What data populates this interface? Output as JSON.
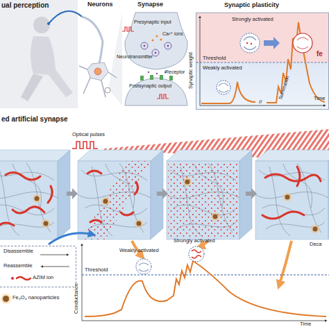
{
  "diagram": {
    "nodes": [
      {
        "text": [
          "Synaptic plasticity"
        ]
      },
      {
        "text": [
          "Disassemble",
          "Reassemble",
          "AZIM ion"
        ]
      }
    ],
    "labels": [
      "ual perception",
      "Neurons",
      "Synapse",
      "Presynaptic input",
      "Ca²⁺ ions",
      "Neurotransmitter",
      "Receptor",
      "Postsynaptic output",
      "Strongly activated",
      "fe",
      "Threshold",
      "Weakly activated",
      "Synaptic weight",
      "Summation",
      "//",
      "Time",
      "ed artificial synapse",
      "Optical pulses",
      "Threshold",
      "Weakly activated",
      "Strongly activated",
      "Deca",
      "Conductance",
      "Time"
    ],
    "legend": [
      {
        "text": "Fe₃O₄ nanoparticles",
        "color": "#8a5a2e"
      }
    ]
  }
}
